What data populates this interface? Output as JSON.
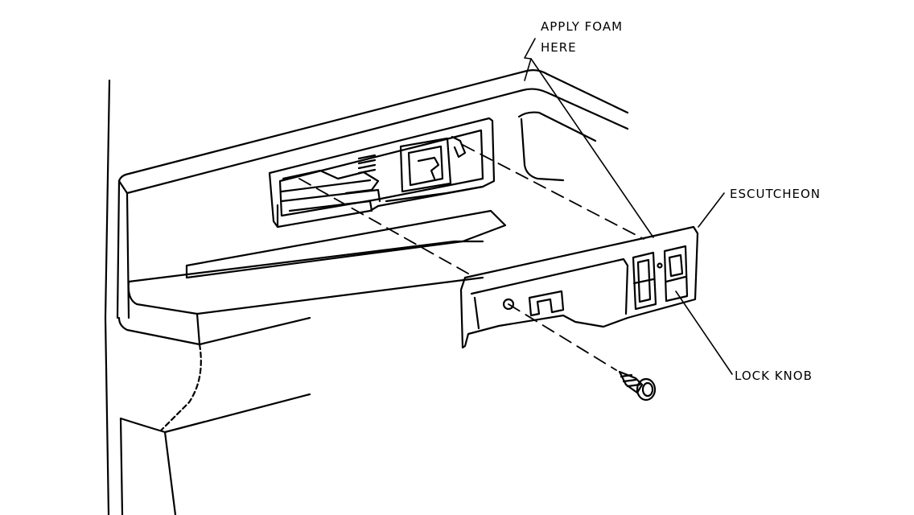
{
  "callouts": {
    "apply_foam_line1": "APPLY FOAM",
    "apply_foam_line2": "HERE",
    "escutcheon": "ESCUTCHEON",
    "lock_knob": "LOCK KNOB"
  },
  "colors": {
    "ink": "#000000",
    "paper": "#ffffff"
  }
}
